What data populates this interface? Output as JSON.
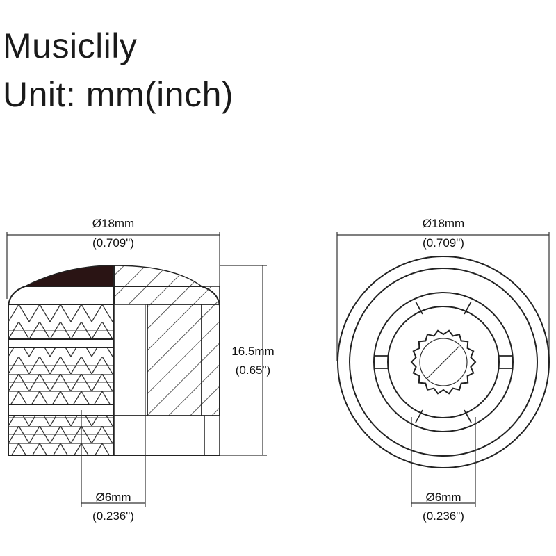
{
  "header": {
    "brand": "Musiclily",
    "unit": "Unit: mm(inch)"
  },
  "side_view": {
    "width_mm": "Ø18mm",
    "width_in": "(0.709\")",
    "height_mm": "16.5mm",
    "height_in": "(0.65\")",
    "bore_mm": "Ø6mm",
    "bore_in": "(0.236\")"
  },
  "bottom_view": {
    "width_mm": "Ø18mm",
    "width_in": "(0.709\")",
    "bore_mm": "Ø6mm",
    "bore_in": "(0.236\")"
  },
  "colors": {
    "line": "#222222",
    "dome_fill": "#2a1414"
  }
}
